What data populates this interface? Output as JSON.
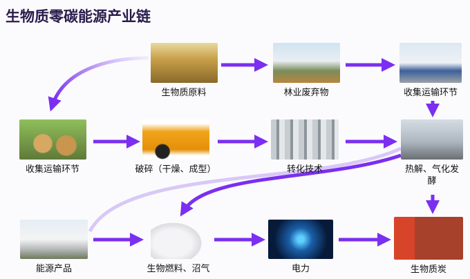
{
  "title": "生物质零碳能源产业链",
  "colors": {
    "arrow": "#7b2ff0",
    "title": "#2a1a4a"
  },
  "nodes": [
    {
      "id": "raw",
      "label": "生物质原料",
      "icon": "wheat-image"
    },
    {
      "id": "forest",
      "label": "林业废弃物",
      "icon": "forestry-plant-image"
    },
    {
      "id": "collect1",
      "label": "收集运输环节",
      "icon": "truck-depot-image"
    },
    {
      "id": "collect2",
      "label": "收集运输环节",
      "icon": "potatoes-image"
    },
    {
      "id": "crush",
      "label": "破碎（干燥、成型）",
      "icon": "harvester-image"
    },
    {
      "id": "convert",
      "label": "转化技术",
      "icon": "pipes-equipment-image"
    },
    {
      "id": "pyro",
      "label": "热解、气化发酵",
      "icon": "refinery-image"
    },
    {
      "id": "energy",
      "label": "能源产品",
      "icon": "factory-image"
    },
    {
      "id": "fuel",
      "label": "生物燃料、沼气",
      "icon": "fuel-containers-image"
    },
    {
      "id": "power",
      "label": "电力",
      "icon": "circuit-power-image"
    },
    {
      "id": "char",
      "label": "生物质炭",
      "icon": "cargo-truck-image"
    }
  ]
}
